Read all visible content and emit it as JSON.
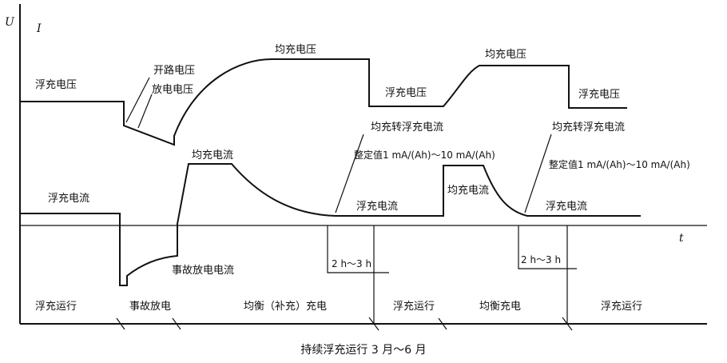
{
  "axes": {
    "y_label_u": "U",
    "y_label_i": "I",
    "x_label_t": "t"
  },
  "voltage_labels": {
    "float_voltage_1": "浮充电压",
    "open_circuit_voltage": "开路电压",
    "discharge_voltage": "放电电压",
    "equalize_voltage_1": "均充电压",
    "float_voltage_2": "浮充电压",
    "equalize_voltage_2": "均充电压",
    "float_voltage_3": "浮充电压"
  },
  "current_labels": {
    "float_current_1": "浮充电流",
    "equalize_current_1": "均充电流",
    "fault_discharge_current": "事故放电电流",
    "switch_label_1": "均充转浮充电流",
    "setting_value_1": "整定值1 mA/(Ah)～10 mA/(Ah)",
    "float_current_2": "浮充电流",
    "equalize_current_2": "均充电流",
    "switch_label_2": "均充转浮充电流",
    "setting_value_2": "整定值1 mA/(Ah)～10 mA/(Ah)",
    "float_current_3": "浮充电流",
    "duration_1": "2 h～3 h",
    "duration_2": "2 h～3 h"
  },
  "phases": {
    "phase_1": "浮充运行",
    "phase_2": "事故放电",
    "phase_3": "均衡（补充）充电",
    "phase_4": "浮充运行",
    "phase_5": "均衡充电",
    "phase_6": "浮充运行"
  },
  "caption": "持续浮充运行 3 月～6 月"
}
